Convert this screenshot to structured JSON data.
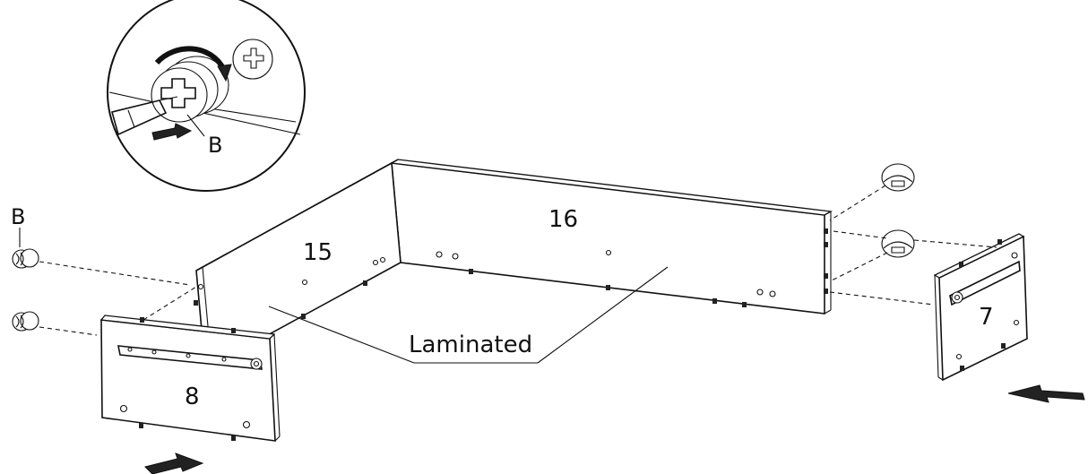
{
  "diagram": {
    "parts": {
      "back_panel": "16",
      "side_panel": "15",
      "front_left_panel": "8",
      "front_right_panel": "7"
    },
    "fastener_label": "B",
    "detail_label": "B",
    "surface_callout": "Laminated"
  }
}
